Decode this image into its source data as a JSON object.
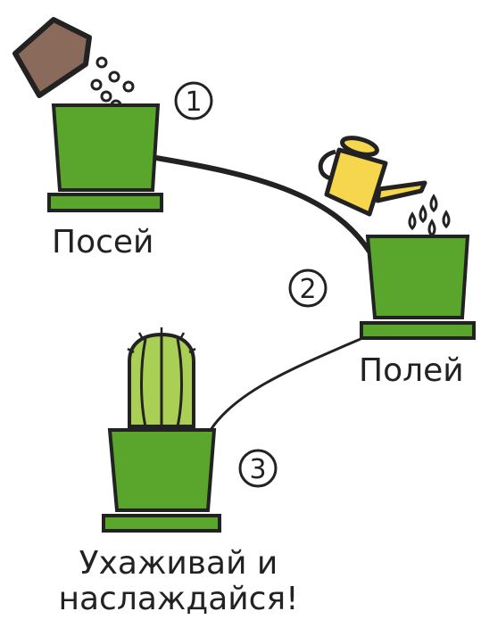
{
  "steps": [
    {
      "number": "1",
      "label": "Посей"
    },
    {
      "number": "2",
      "label": "Полей"
    },
    {
      "number": "3",
      "label_line1": "Ухаживай и",
      "label_line2": "наслаждайся!"
    }
  ],
  "colors": {
    "pot_green": "#5aa52c",
    "cactus_green": "#a9cf54",
    "seed_bag": "#8a6a5a",
    "watering_can": "#f5d64c",
    "outline": "#222222"
  }
}
